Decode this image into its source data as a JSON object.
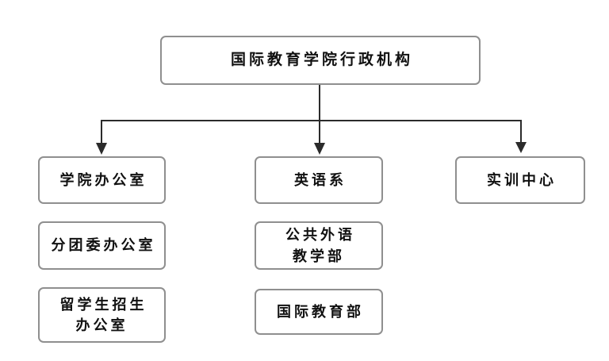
{
  "chart": {
    "root": "国际教育学院行政机构",
    "branches": {
      "college_office": "学院办公室",
      "english_dept": "英语系",
      "training_center": "实训中心"
    },
    "sub_offices": {
      "youth_league_office": "分团委办公室",
      "intl_student_admissions": "留学生招生\n办公室",
      "public_foreign_language_teaching": "公共外语\n教学部",
      "intl_education_dept": "国际教育部"
    }
  },
  "colors": {
    "line": "#2b2b2b",
    "box_border": "#8f8f8f",
    "text": "#111111",
    "background": "#ffffff"
  }
}
